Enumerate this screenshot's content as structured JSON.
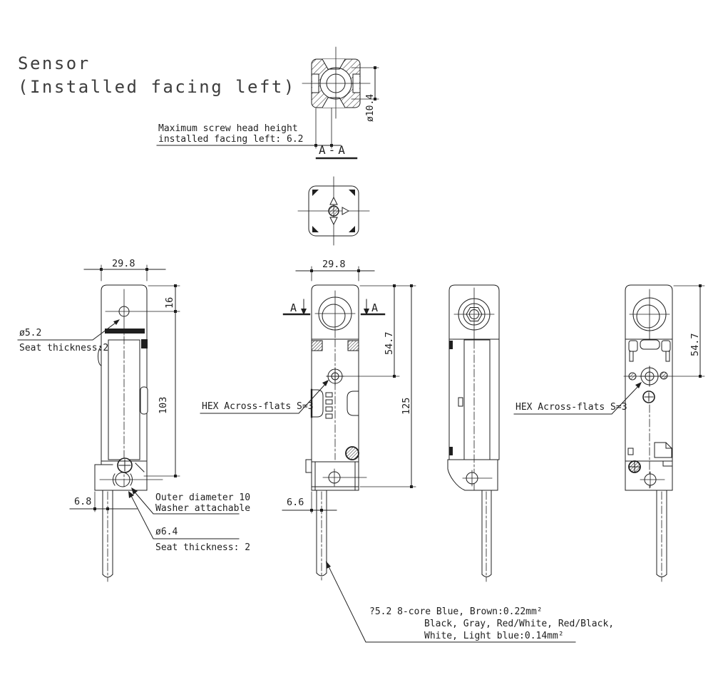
{
  "colors": {
    "line": "#1f1f1f",
    "background": "#ffffff"
  },
  "title": {
    "line1": "Sensor",
    "line2": "(Installed facing left)"
  },
  "section": {
    "label": "A-A",
    "dia": "ø10.4"
  },
  "notes": {
    "max_screw": {
      "l1": "Maximum screw head height",
      "l2": "installed facing left: 6.2"
    },
    "seat52": {
      "l1": "ø5.2",
      "l2": "Seat thickness:2"
    },
    "washer": {
      "l1": "Outer diameter 10",
      "l2": "Washer attachable"
    },
    "seat64": {
      "l1": "ø6.4",
      "l2": "Seat thickness: 2"
    },
    "hex": "HEX Across-flats S=3",
    "cable": {
      "l1": "?5.2 8-core Blue, Brown:0.22mm²",
      "l2": "Black, Gray, Red/White, Red/Black,",
      "l3": "White, Light blue:0.14mm²"
    }
  },
  "dims": {
    "v1_width": "29.8",
    "v1_16": "16",
    "v1_103": "103",
    "v1_68": "6.8",
    "v2_width": "29.8",
    "v2_547": "54.7",
    "v2_125": "125",
    "v2_66": "6.6",
    "v4_547": "54.7",
    "marker": "A"
  }
}
